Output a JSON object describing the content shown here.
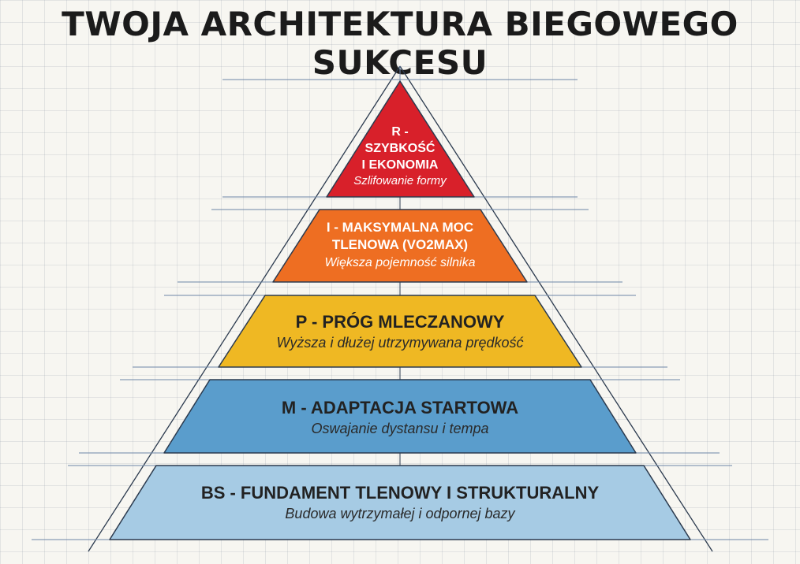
{
  "title": "TWOJA ARCHITEKTURA BIEGOWEGO SUKCESU",
  "colors": {
    "r": "#d8202a",
    "i": "#ee6e22",
    "p": "#efb823",
    "m": "#5a9dcc",
    "bs": "#a6cbe4",
    "outline": "#2b3a4e",
    "guide": "#6e86a8"
  },
  "tiers": [
    {
      "id": "r",
      "title_lines": [
        "R -",
        "SZYBKOŚĆ",
        "I EKONOMIA"
      ],
      "subtitle": "Szlifowanie formy"
    },
    {
      "id": "i",
      "title_lines": [
        "I - MAKSYMALNA MOC",
        "TLENOWA (VO2MAX)"
      ],
      "subtitle": "Większa pojemność silnika"
    },
    {
      "id": "p",
      "title_lines": [
        "P - PRÓG MLECZANOWY"
      ],
      "subtitle": "Wyższa i dłużej utrzymywana prędkość"
    },
    {
      "id": "m",
      "title_lines": [
        "M - ADAPTACJA STARTOWA"
      ],
      "subtitle": "Oswajanie dystansu i tempa"
    },
    {
      "id": "bs",
      "title_lines": [
        "BS - FUNDAMENT TLENOWY I STRUKTURALNY"
      ],
      "subtitle": "Budowa wytrzymałej i odpornej bazy"
    }
  ]
}
